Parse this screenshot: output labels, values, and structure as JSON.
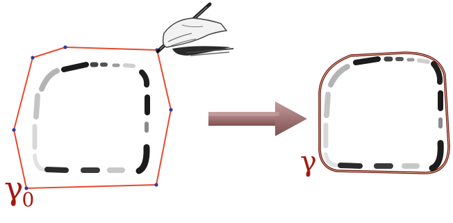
{
  "labels": {
    "initial_contour": "γ",
    "initial_contour_subscript": "0",
    "final_contour": "γ"
  },
  "colors": {
    "initial_polygon": "#e8482a",
    "polygon_vertex": "#2c3e9e",
    "final_contour_outline": "#7a1a12",
    "arrow": "#a07070",
    "label": "#a11a12",
    "dash_dark": "#1a1a1a",
    "dash_mid": "#888888",
    "dash_light": "#cccccc"
  },
  "icons": {
    "hand_with_pen": "hand-drawing-pen-icon",
    "arrow": "right-arrow-icon"
  }
}
